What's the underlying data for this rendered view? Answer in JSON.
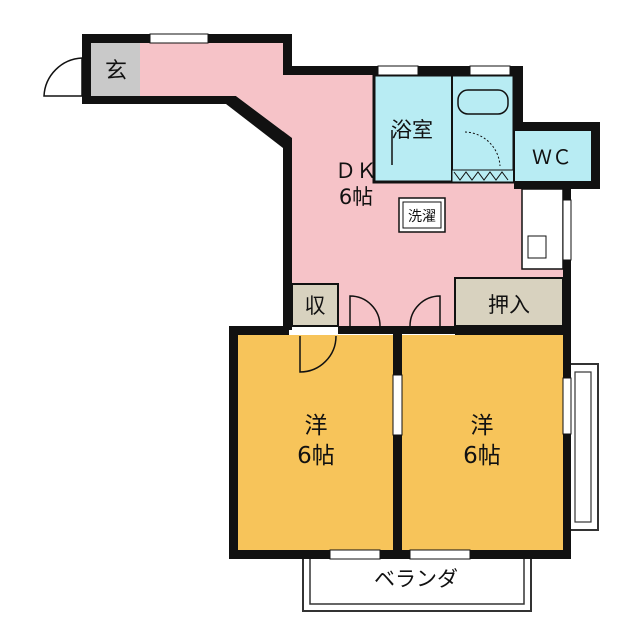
{
  "rooms": {
    "genkan": "玄",
    "dk_name": "ＤＫ",
    "dk_size": "6帖",
    "bath": "浴室",
    "wc": "ＷＣ",
    "washer": "洗濯",
    "storage": "収",
    "oshiire": "押入",
    "west_name": "洋",
    "west_size": "6帖",
    "east_name": "洋",
    "east_size": "6帖",
    "balcony": "ベランダ"
  },
  "colors": {
    "dk": "#f6c3c8",
    "bedroom": "#f7c45a",
    "wet": "#b8ecf3",
    "closet": "#d8d2bf",
    "wall": "#111111"
  }
}
